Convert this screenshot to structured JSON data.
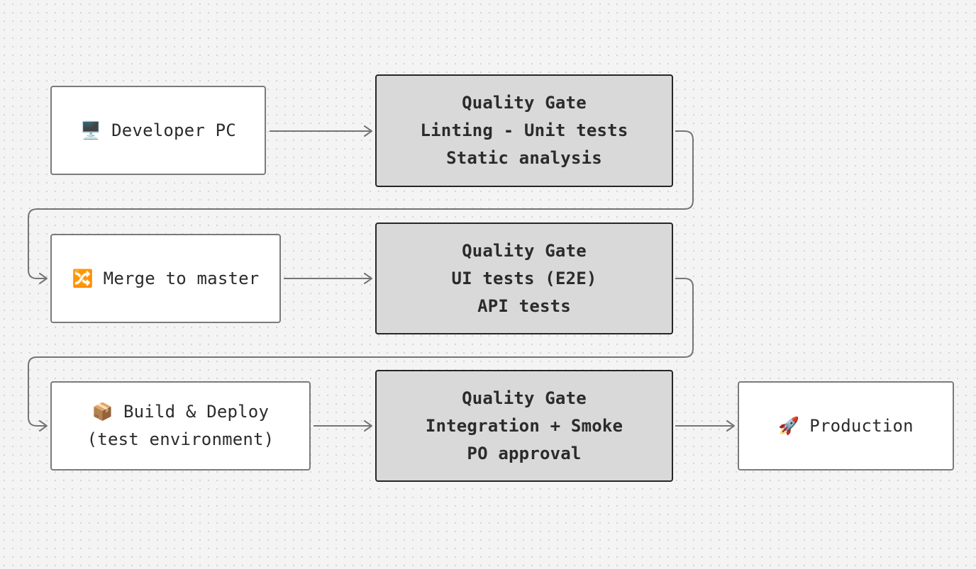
{
  "steps": {
    "developer_pc": {
      "icon": "desktop-computer-icon",
      "glyph": "🖥️",
      "label": "Developer PC"
    },
    "merge": {
      "icon": "shuffle-arrows-icon",
      "glyph": "🔀",
      "label": "Merge to master"
    },
    "build": {
      "icon": "package-icon",
      "glyph": "📦",
      "label": "Build & Deploy",
      "sublabel": "(test environment)"
    },
    "production": {
      "icon": "rocket-icon",
      "glyph": "🚀",
      "label": "Production"
    }
  },
  "gates": [
    {
      "title": "Quality Gate",
      "lines": [
        "Linting - Unit tests",
        "Static analysis"
      ]
    },
    {
      "title": "Quality Gate",
      "lines": [
        "UI tests (E2E)",
        "API tests"
      ]
    },
    {
      "title": "Quality Gate",
      "lines": [
        "Integration + Smoke",
        "PO approval"
      ]
    }
  ],
  "colors": {
    "background": "#f4f4f4",
    "step_fill": "#ffffff",
    "step_border": "#7a7a7a",
    "gate_fill": "#d9d9d9",
    "gate_border": "#262626",
    "connector": "#757575",
    "text": "#2b2b2b"
  }
}
